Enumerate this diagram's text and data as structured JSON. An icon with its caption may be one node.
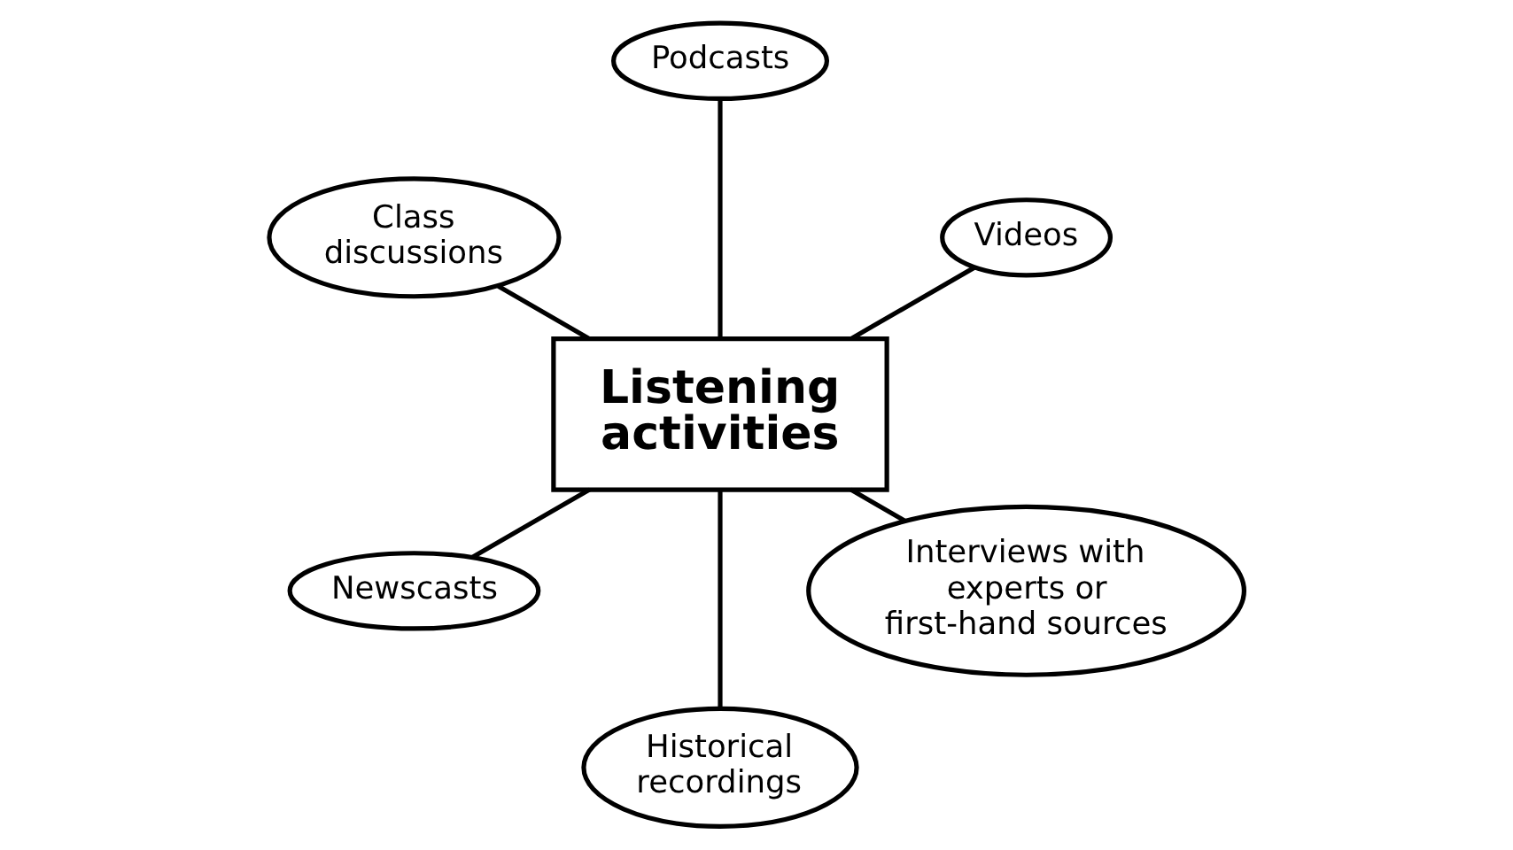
{
  "diagram": {
    "nodes": [
      {
        "text": [
          "Podcasts"
        ]
      },
      {
        "text": [
          "Class discussions"
        ]
      },
      {
        "text": [
          "Videos"
        ]
      },
      {
        "text": [
          "Listening activities"
        ]
      },
      {
        "text": [
          "Newscasts"
        ]
      },
      {
        "text": [
          "Interviews with experts or first-hand sources"
        ]
      },
      {
        "text": [
          "Historical recordings"
        ]
      }
    ],
    "edges": [
      {
        "from": 3,
        "to": 0,
        "arrow": "none"
      },
      {
        "from": 3,
        "to": 1,
        "arrow": "none"
      },
      {
        "from": 3,
        "to": 2,
        "arrow": "none"
      },
      {
        "from": 3,
        "to": 4,
        "arrow": "none"
      },
      {
        "from": 3,
        "to": 5,
        "arrow": "none"
      },
      {
        "from": 3,
        "to": 6,
        "arrow": "none"
      }
    ]
  }
}
